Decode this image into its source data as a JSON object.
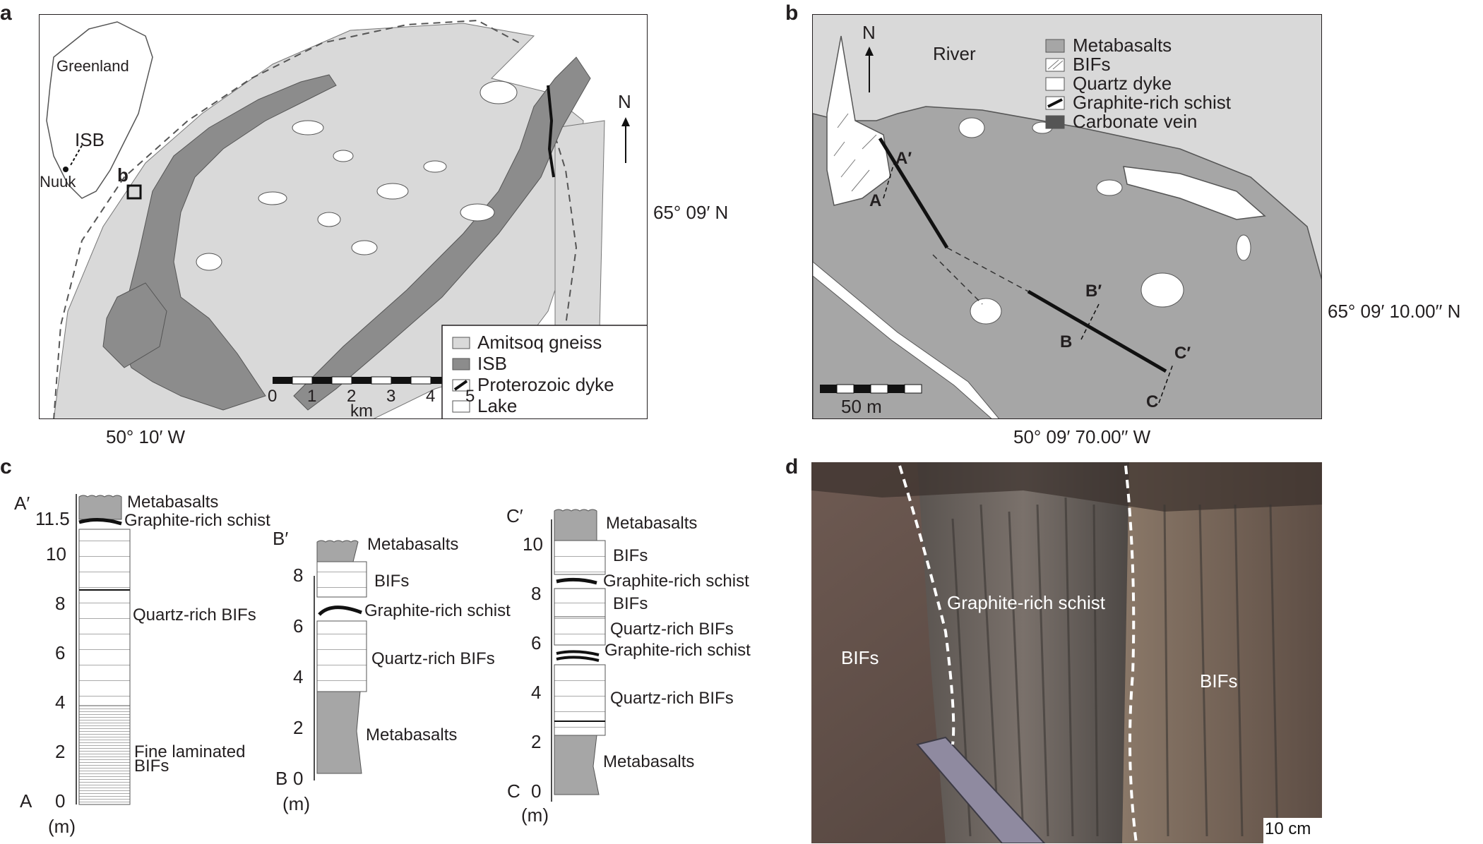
{
  "panels": {
    "a": "a",
    "b": "b",
    "c": "c",
    "d": "d"
  },
  "colors": {
    "gneiss": "#d9d9d9",
    "isb": "#8c8c8c",
    "lake": "#ffffff",
    "metabasalt": "#a6a6a6",
    "carbonate": "#555555",
    "river": "#d9d9d9"
  },
  "panel_a": {
    "greenland": "Greenland",
    "isb": "ISB",
    "nuuk": "Nuuk",
    "box_label": "b",
    "north": "N",
    "lat": "65° 09′ N",
    "lon": "50° 10′ W",
    "scale_ticks": [
      "0",
      "1",
      "2",
      "3",
      "4",
      "5"
    ],
    "scale_unit": "km",
    "legend": [
      "Amitsoq gneiss",
      "ISB",
      "Proterozoic dyke",
      "Lake"
    ]
  },
  "panel_b": {
    "north": "N",
    "river": "River",
    "legend": [
      "Metabasalts",
      "BIFs",
      "Quartz dyke",
      "Graphite-rich schist",
      "Carbonate vein"
    ],
    "points": {
      "a": "A",
      "a_prime": "A′",
      "b": "B",
      "b_prime": "B′",
      "c": "C",
      "c_prime": "C′"
    },
    "scale": "50 m",
    "lat": "65° 09′ 10.00′′ N",
    "lon": "50° 09′ 70.00′′ W"
  },
  "panel_c": {
    "col_a": {
      "top": "A′",
      "bottom": "A",
      "unit": "(m)",
      "ticks": [
        "11.5",
        "10",
        "8",
        "6",
        "4",
        "2",
        "0"
      ],
      "labels": [
        "Metabasalts",
        "Graphite-rich schist",
        "Quartz-rich BIFs",
        "Fine laminated",
        "BIFs"
      ]
    },
    "col_b": {
      "top": "B′",
      "bottom": "B",
      "unit": "(m)",
      "ticks": [
        "8",
        "6",
        "4",
        "2",
        "0"
      ],
      "labels": [
        "Metabasalts",
        "BIFs",
        "Graphite-rich schist",
        "Quartz-rich BIFs",
        "Metabasalts"
      ]
    },
    "col_c": {
      "top": "C′",
      "bottom": "C",
      "unit": "(m)",
      "ticks": [
        "10",
        "8",
        "6",
        "4",
        "2",
        "0"
      ],
      "labels": [
        "Metabasalts",
        "BIFs",
        "Graphite-rich schist",
        "BIFs",
        "Quartz-rich BIFs",
        "Graphite-rich schist",
        "Quartz-rich BIFs",
        "Metabasalts"
      ]
    }
  },
  "panel_d": {
    "left": "BIFs",
    "middle": "Graphite-rich schist",
    "right": "BIFs",
    "scale": "10 cm"
  }
}
